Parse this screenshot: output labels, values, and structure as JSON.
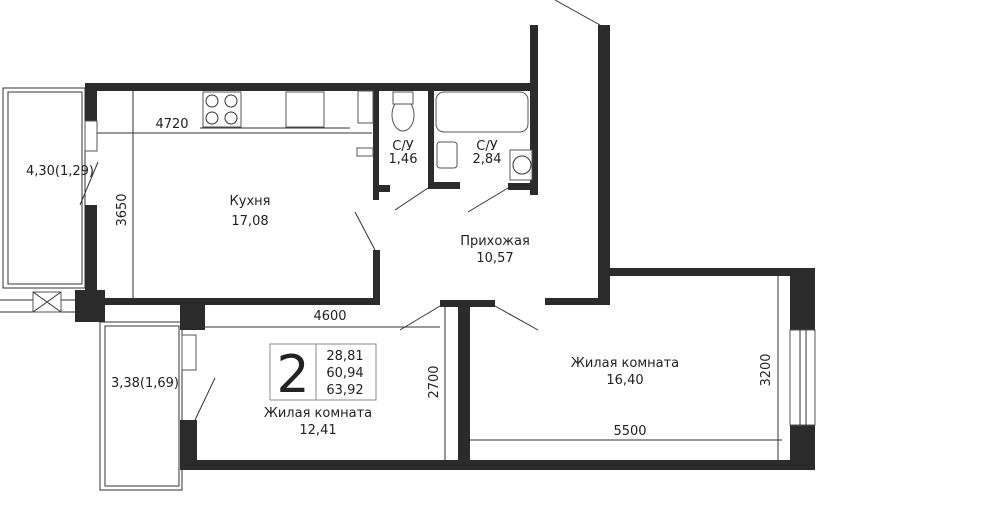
{
  "apartment": {
    "rooms_count": "2",
    "area_living": "28,81",
    "area_total": "60,94",
    "area_with_balconies": "63,92"
  },
  "rooms": {
    "kitchen": {
      "name": "Кухня",
      "area": "17,08"
    },
    "wc1": {
      "name": "С/У",
      "area": "1,46"
    },
    "wc2": {
      "name": "С/У",
      "area": "2,84"
    },
    "hall": {
      "name": "Прихожая",
      "area": "10,57"
    },
    "bedroom_small": {
      "name": "Жилая комната",
      "area": "12,41"
    },
    "bedroom_large": {
      "name": "Жилая комната",
      "area": "16,40"
    },
    "balcony1": {
      "area": "4,30(1,29)"
    },
    "balcony2": {
      "area": "3,38(1,69)"
    }
  },
  "dimensions": {
    "kitchen_width": "4720",
    "kitchen_depth": "3650",
    "bedroom_small_width": "4600",
    "bedroom_small_depth": "2700",
    "bedroom_large_width": "5500",
    "bedroom_large_depth": "3200"
  }
}
